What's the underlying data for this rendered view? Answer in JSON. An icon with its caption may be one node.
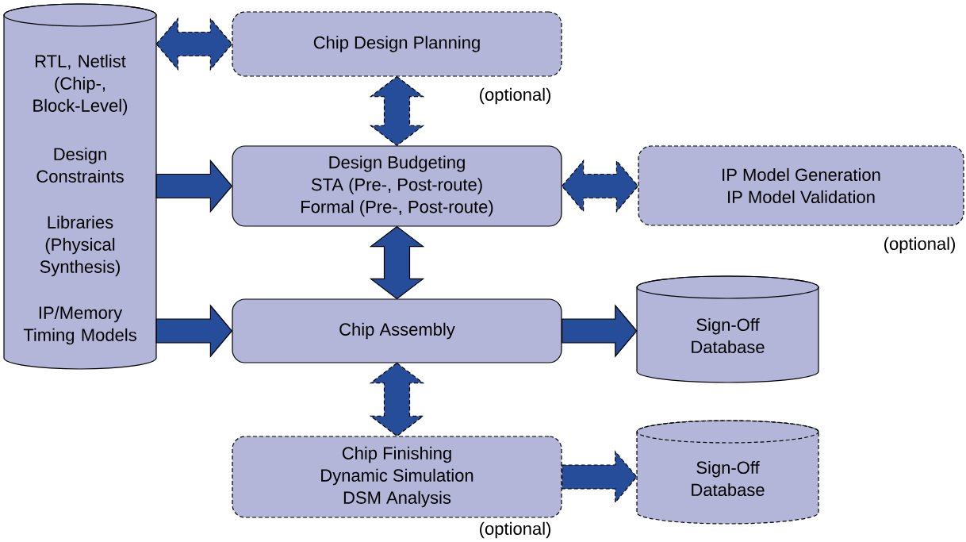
{
  "diagram": {
    "nodes": [
      {
        "text": [
          "RTL, Netlist (Chip-, Block-Level)",
          "Design Constraints",
          "Libraries (Physical Synthesis)",
          "IP/Memory Timing Models"
        ]
      },
      {
        "text": [
          "Chip Design Planning"
        ],
        "beside": [
          "(optional)"
        ]
      },
      {
        "text": [
          "Design Budgeting",
          "STA (Pre-, Post-route)",
          "Formal (Pre-, Post-route)"
        ]
      },
      {
        "text": [
          "IP Model Generation",
          "IP Model Validation"
        ],
        "beside": [
          "(optional)"
        ]
      },
      {
        "text": [
          "Chip Assembly"
        ]
      },
      {
        "text": [
          "Sign-Off Database"
        ]
      },
      {
        "text": [
          "Chip Finishing",
          "Dynamic Simulation",
          "DSM Analysis"
        ],
        "beside": [
          "(optional)"
        ]
      },
      {
        "text": [
          "Sign-Off Database"
        ]
      }
    ],
    "edges": [
      {
        "from": 0,
        "to": 1,
        "arrow": "both",
        "style": "dashed"
      },
      {
        "from": 1,
        "to": 2,
        "arrow": "both",
        "style": "dashed"
      },
      {
        "from": 0,
        "to": 2,
        "arrow": "to"
      },
      {
        "from": 2,
        "to": 3,
        "arrow": "both",
        "style": "dashed"
      },
      {
        "from": 2,
        "to": 4,
        "arrow": "both"
      },
      {
        "from": 0,
        "to": 4,
        "arrow": "to"
      },
      {
        "from": 4,
        "to": 5,
        "arrow": "to"
      },
      {
        "from": 4,
        "to": 6,
        "arrow": "both",
        "style": "dashed"
      },
      {
        "from": 6,
        "to": 7,
        "arrow": "to",
        "style": "dashed"
      }
    ]
  }
}
